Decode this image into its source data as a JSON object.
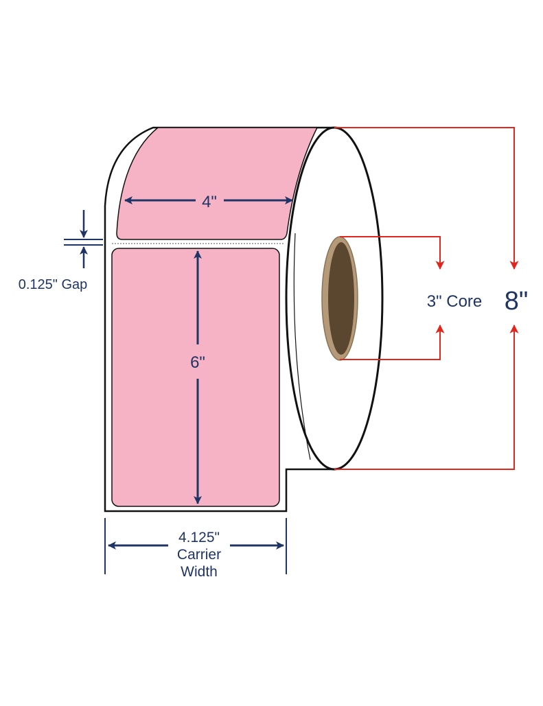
{
  "diagram": {
    "label_width": "4\"",
    "label_height": "6\"",
    "gap": "0.125\" Gap",
    "carrier_width_value": "4.125\"",
    "carrier_width_line2": "Carrier",
    "carrier_width_line3": "Width",
    "core": "3\" Core",
    "roll_diameter": "8\""
  },
  "colors": {
    "label_fill": "#f7b3c6",
    "dimension_navy": "#1f3464",
    "callout_red": "#e3261d",
    "core_inner": "#5b4630",
    "core_ring": "#b49a78",
    "outline": "#111111"
  }
}
